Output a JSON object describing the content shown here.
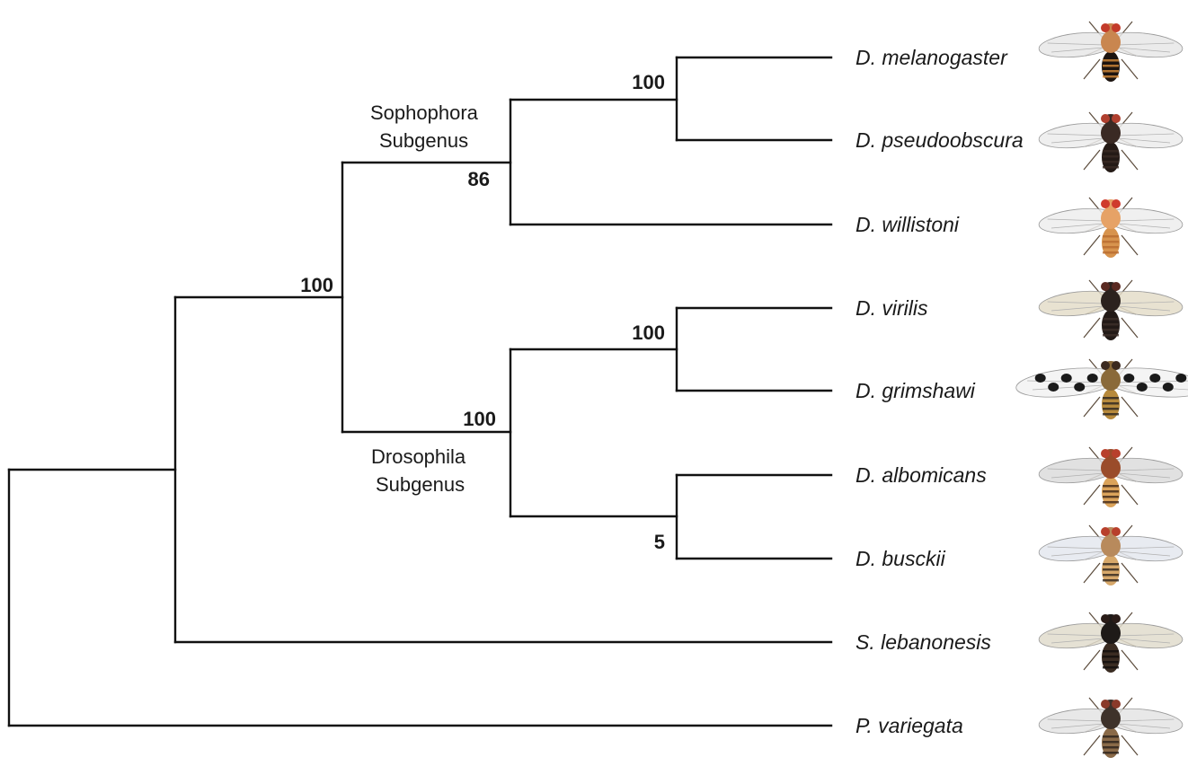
{
  "taxa": [
    {
      "label": "D. melanogaster"
    },
    {
      "label": "D. pseudoobscura"
    },
    {
      "label": "D. willistoni"
    },
    {
      "label": "D. virilis"
    },
    {
      "label": "D. grimshawi"
    },
    {
      "label": "D. albomicans"
    },
    {
      "label": "D. busckii"
    },
    {
      "label": "S. lebanonesis"
    },
    {
      "label": "P. variegata"
    }
  ],
  "supports": {
    "mel_pse": "100",
    "sophophora": "86",
    "drosophila_genus": "100",
    "vir_gri": "100",
    "drosophila_subgenus": "100",
    "alb_bus": "5"
  },
  "clades": {
    "sophophora": {
      "line1": "Sophophora",
      "line2": "Subgenus"
    },
    "drosophila": {
      "line1": "Drosophila",
      "line2": "Subgenus"
    }
  },
  "fly_images": [
    {
      "name": "melanogaster",
      "thorax": "#c9864f",
      "abdomen": "#1c1410",
      "bands": "#d48a3a",
      "eye": "#c33b2a",
      "wing": "#e8e8e8",
      "spots": false
    },
    {
      "name": "pseudoobscura",
      "thorax": "#3a2a24",
      "abdomen": "#241a16",
      "bands": "#3a2a24",
      "eye": "#b0402f",
      "wing": "#ececec",
      "spots": false
    },
    {
      "name": "willistoni",
      "thorax": "#e6a266",
      "abdomen": "#d7934d",
      "bands": "#b86b2f",
      "eye": "#cf3b2d",
      "wing": "#ededed",
      "spots": false
    },
    {
      "name": "virilis",
      "thorax": "#2c221e",
      "abdomen": "#221a17",
      "bands": "#3f302a",
      "eye": "#5a2a22",
      "wing": "#e4ddc9",
      "spots": false
    },
    {
      "name": "grimshawi",
      "thorax": "#8a6a3a",
      "abdomen": "#b78a3c",
      "bands": "#2a2420",
      "eye": "#3c2a20",
      "wing": "#f2f2f2",
      "spots": true
    },
    {
      "name": "albomicans",
      "thorax": "#9a4c2a",
      "abdomen": "#dba35a",
      "bands": "#3d2618",
      "eye": "#b8402c",
      "wing": "#dcdcdc",
      "spots": false
    },
    {
      "name": "busckii",
      "thorax": "#b88a5c",
      "abdomen": "#d7a86a",
      "bands": "#2e241e",
      "eye": "#b8402c",
      "wing": "#e4e8ee",
      "spots": false
    },
    {
      "name": "lebanonesis",
      "thorax": "#1e1a18",
      "abdomen": "#3a2c22",
      "bands": "#120e0c",
      "eye": "#2a1c18",
      "wing": "#e0dccc",
      "spots": false
    },
    {
      "name": "variegata",
      "thorax": "#3e322a",
      "abdomen": "#8a6a48",
      "bands": "#2a221c",
      "eye": "#8a3a2a",
      "wing": "#e4e4e4",
      "spots": false
    }
  ]
}
